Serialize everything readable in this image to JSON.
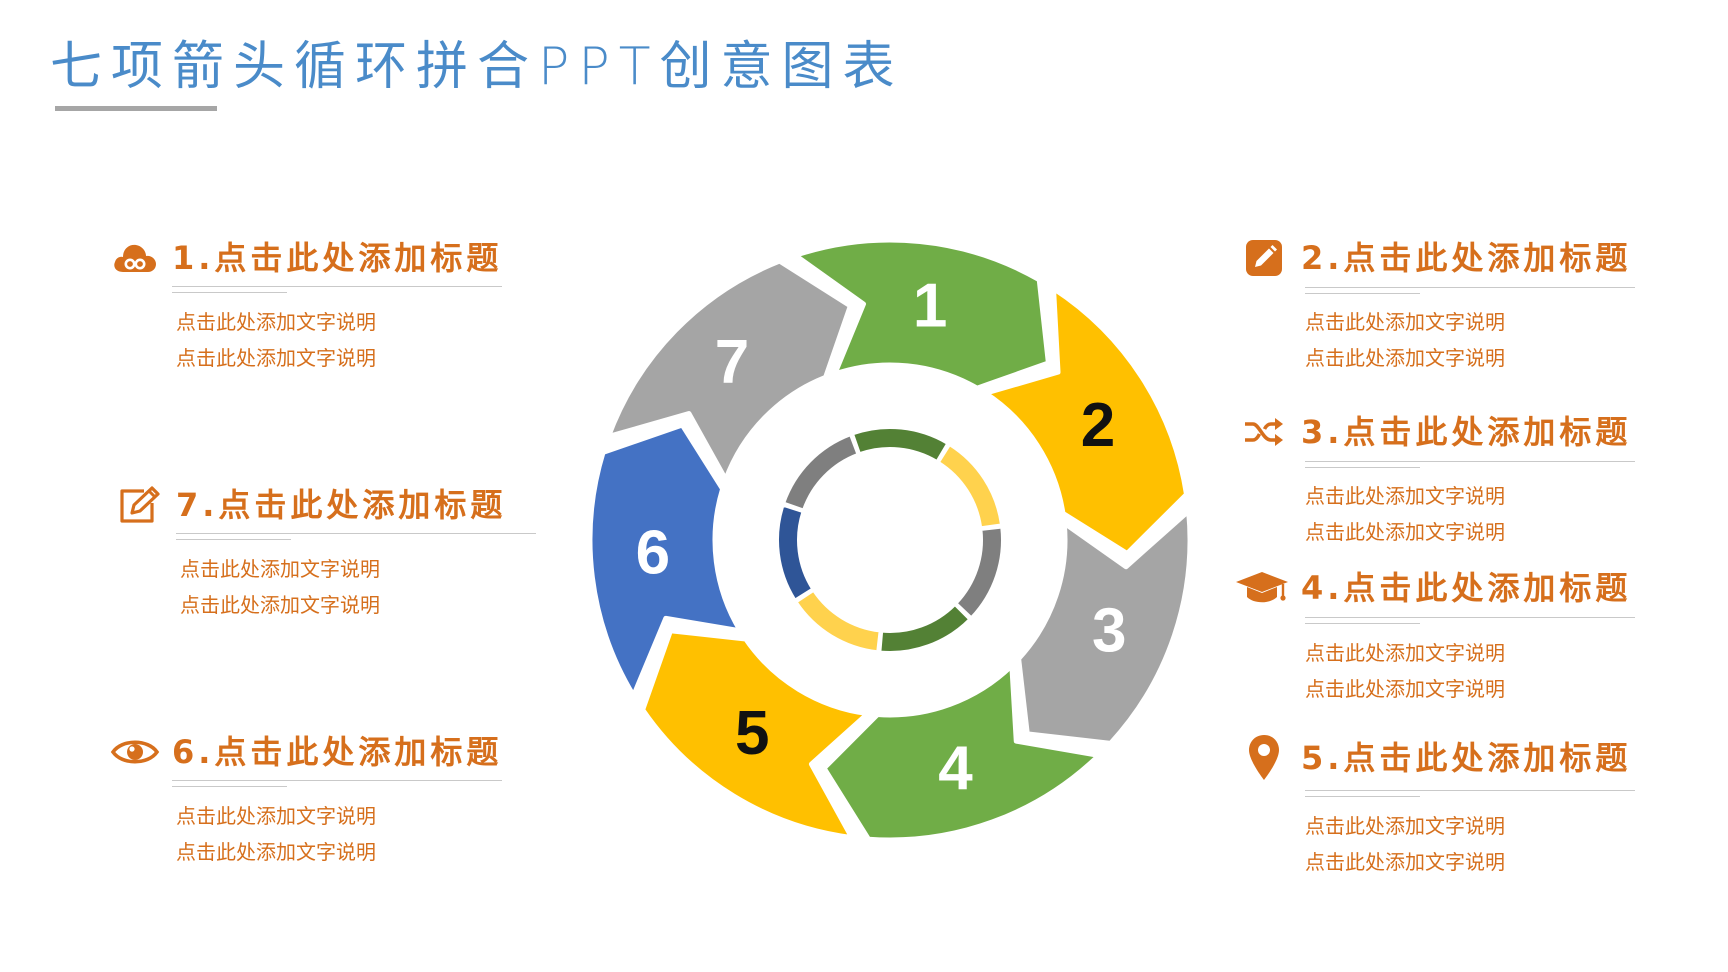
{
  "title": "七项箭头循环拼合PPT创意图表",
  "colors": {
    "title": "#4a8bc9",
    "accent": "#d66f1c",
    "green": "#70ad47",
    "green_dark": "#538135",
    "yellow": "#ffc000",
    "yellow_light": "#ffd24d",
    "gray": "#a5a5a5",
    "gray_dark": "#7f7f7f",
    "blue": "#4472c4",
    "blue_dark": "#2f5597"
  },
  "wheel_segments": [
    {
      "number": "1",
      "color": "#70ad47",
      "inner_color": "#538135",
      "number_color": "#ffffff"
    },
    {
      "number": "2",
      "color": "#ffc000",
      "inner_color": "#ffd24d",
      "number_color": "#111111"
    },
    {
      "number": "3",
      "color": "#a5a5a5",
      "inner_color": "#7f7f7f",
      "number_color": "#ffffff"
    },
    {
      "number": "4",
      "color": "#70ad47",
      "inner_color": "#538135",
      "number_color": "#ffffff"
    },
    {
      "number": "5",
      "color": "#ffc000",
      "inner_color": "#ffd24d",
      "number_color": "#111111"
    },
    {
      "number": "6",
      "color": "#4472c4",
      "inner_color": "#2f5597",
      "number_color": "#ffffff"
    },
    {
      "number": "7",
      "color": "#a5a5a5",
      "inner_color": "#7f7f7f",
      "number_color": "#ffffff"
    }
  ],
  "items": [
    {
      "title": "1.点击此处添加标题",
      "icon": "cloud-link-icon",
      "desc1": "点击此处添加文字说明",
      "desc2": "点击此处添加文字说明"
    },
    {
      "title": "2.点击此处添加标题",
      "icon": "pencil-square-icon",
      "desc1": "点击此处添加文字说明",
      "desc2": "点击此处添加文字说明"
    },
    {
      "title": "3.点击此处添加标题",
      "icon": "shuffle-icon",
      "desc1": "点击此处添加文字说明",
      "desc2": "点击此处添加文字说明"
    },
    {
      "title": "4.点击此处添加标题",
      "icon": "graduation-cap-icon",
      "desc1": "点击此处添加文字说明",
      "desc2": "点击此处添加文字说明"
    },
    {
      "title": "5.点击此处添加标题",
      "icon": "map-pin-icon",
      "desc1": "点击此处添加文字说明",
      "desc2": "点击此处添加文字说明"
    },
    {
      "title": "6.点击此处添加标题",
      "icon": "eye-icon",
      "desc1": "点击此处添加文字说明",
      "desc2": "点击此处添加文字说明"
    },
    {
      "title": "7.点击此处添加标题",
      "icon": "edit-icon",
      "desc1": "点击此处添加文字说明",
      "desc2": "点击此处添加文字说明"
    }
  ]
}
